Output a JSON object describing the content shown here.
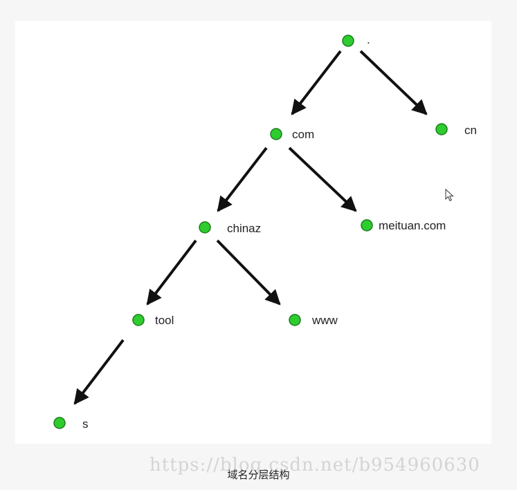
{
  "diagram": {
    "caption": "域名分层结构",
    "watermark": "https://blog.csdn.net/b954960630",
    "colors": {
      "node_fill": "#2ecc2e",
      "node_stroke": "#1e7a1e",
      "edge": "#111111",
      "label": "#222222"
    },
    "nodes": [
      {
        "id": "root",
        "label": "."
      },
      {
        "id": "com",
        "label": "com"
      },
      {
        "id": "cn",
        "label": "cn"
      },
      {
        "id": "chinaz",
        "label": "chinaz"
      },
      {
        "id": "meituan",
        "label": "meituan.com"
      },
      {
        "id": "tool",
        "label": "tool"
      },
      {
        "id": "www",
        "label": "www"
      },
      {
        "id": "s",
        "label": "s"
      }
    ],
    "edges": [
      {
        "from": "root",
        "to": "com"
      },
      {
        "from": "root",
        "to": "cn"
      },
      {
        "from": "com",
        "to": "chinaz"
      },
      {
        "from": "com",
        "to": "meituan"
      },
      {
        "from": "chinaz",
        "to": "tool"
      },
      {
        "from": "chinaz",
        "to": "www"
      },
      {
        "from": "tool",
        "to": "s"
      }
    ]
  }
}
